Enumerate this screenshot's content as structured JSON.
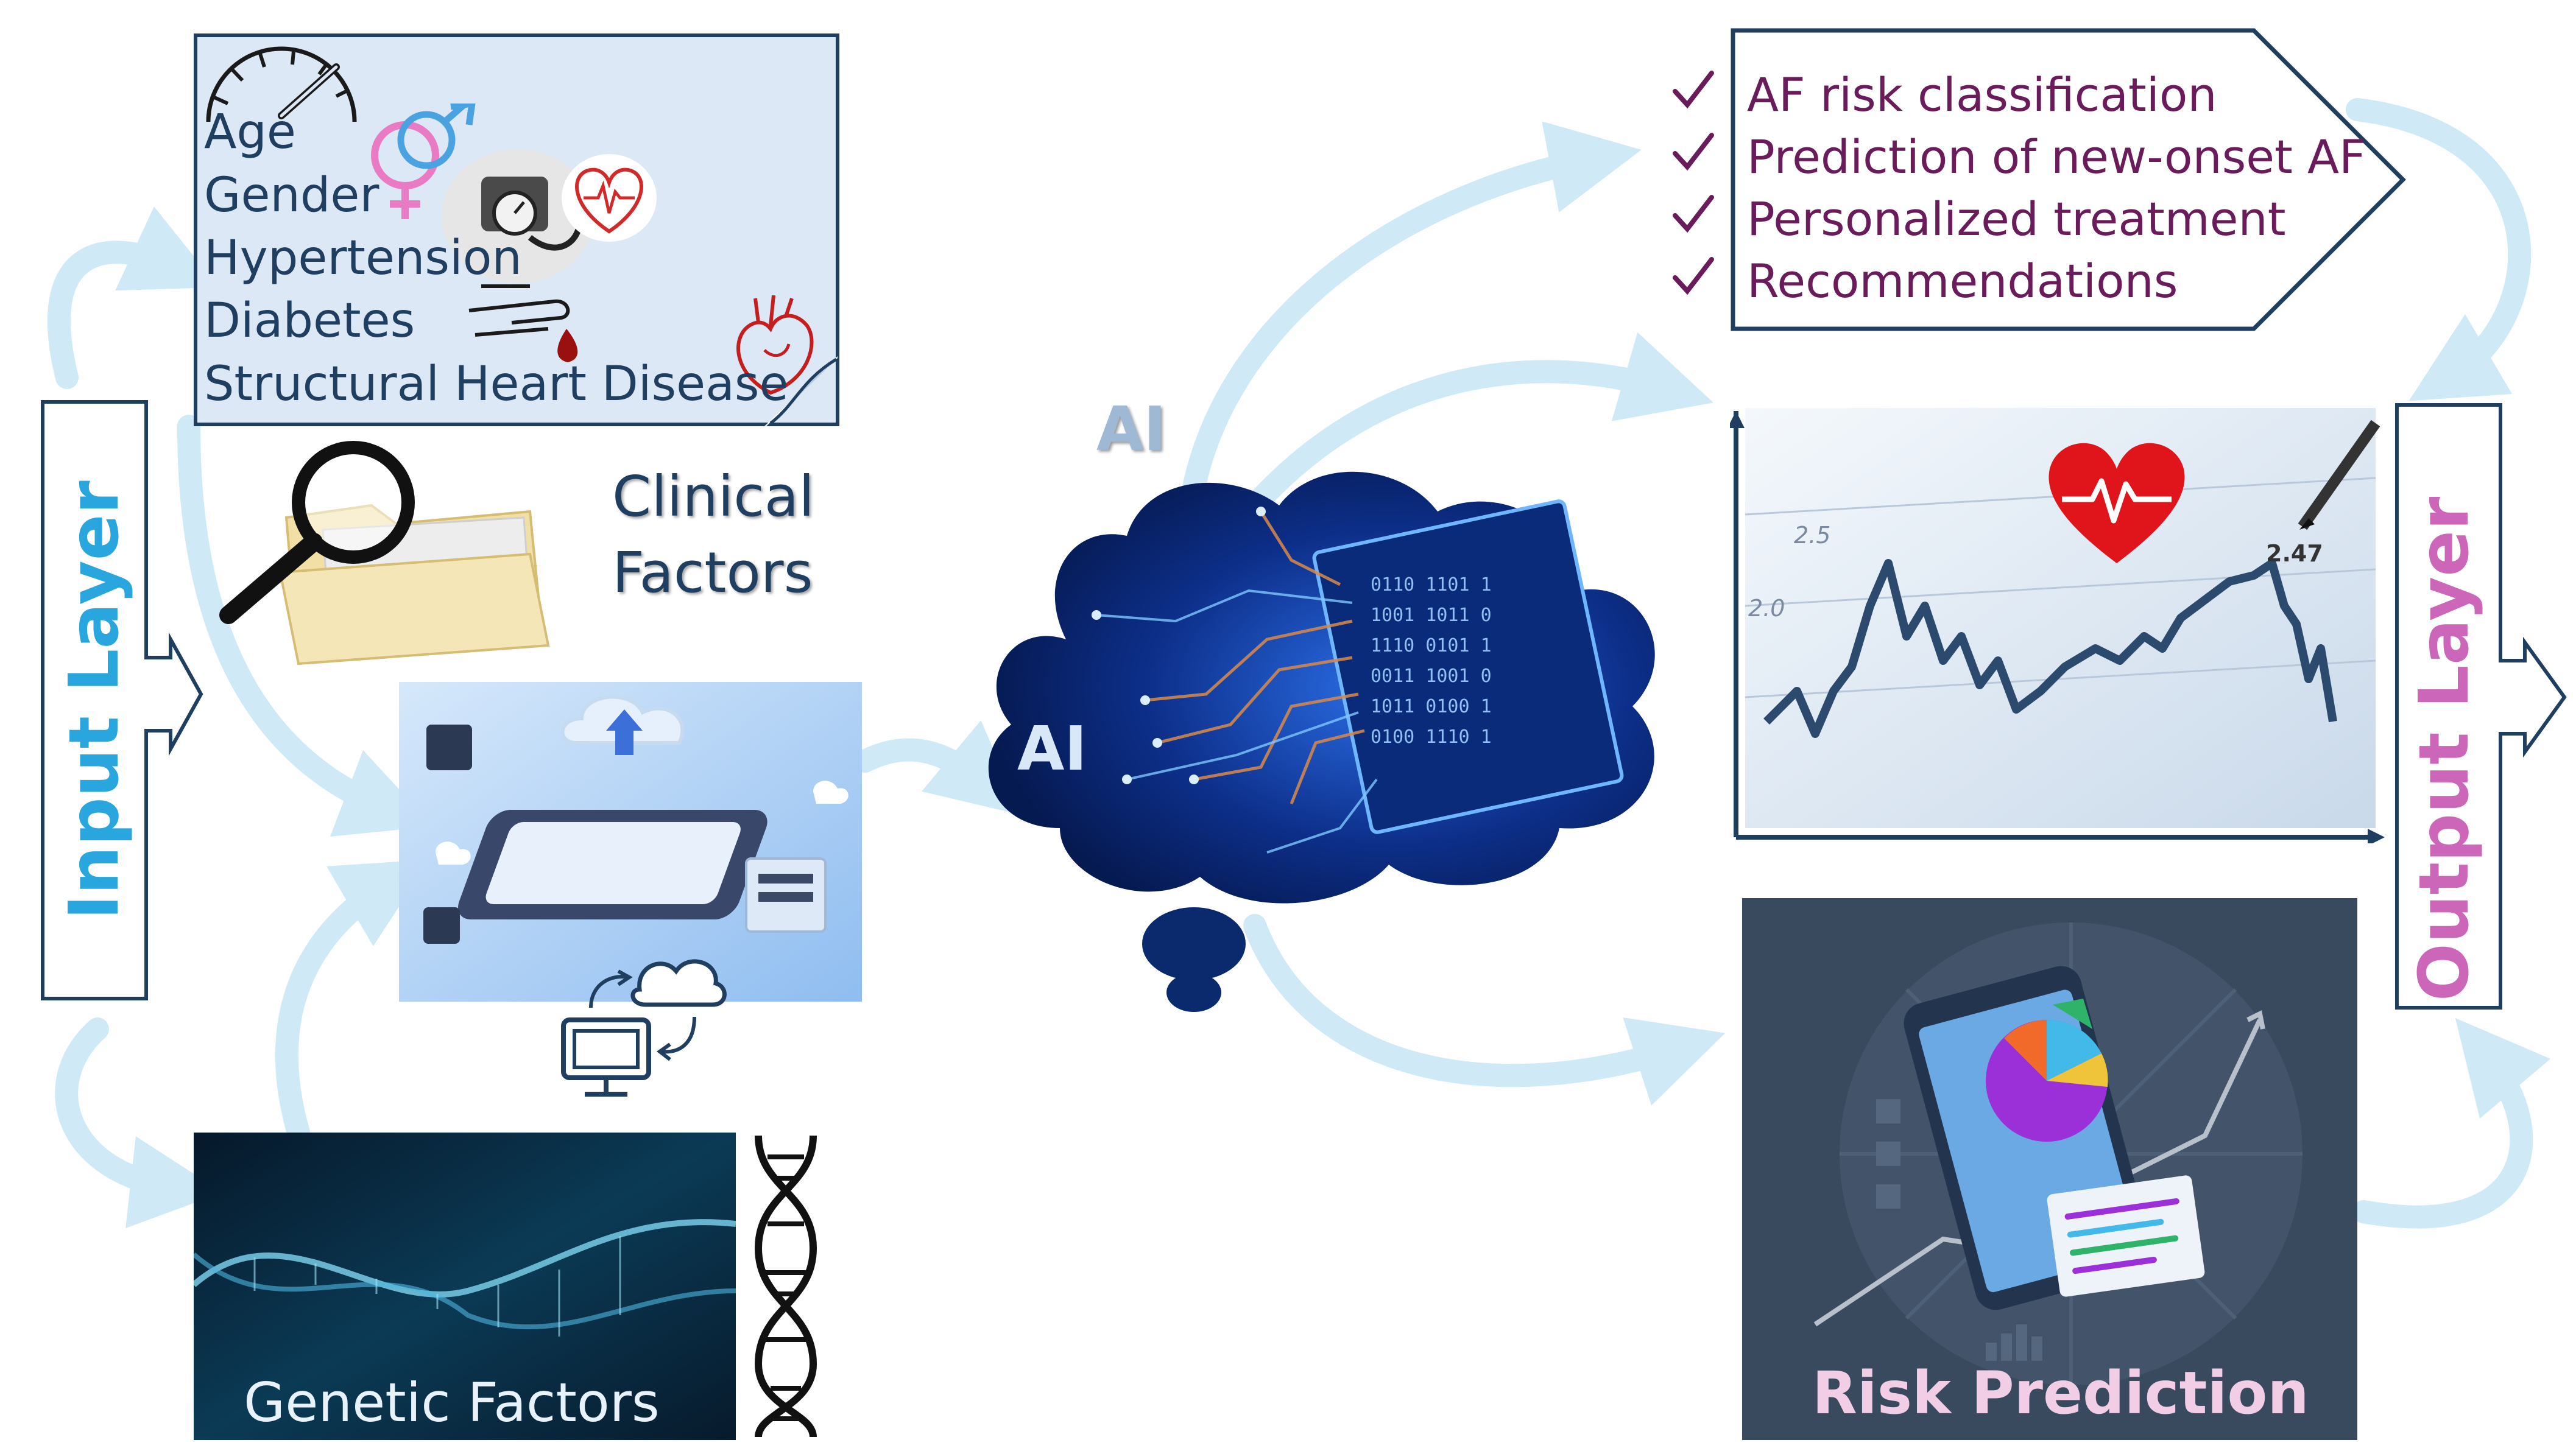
{
  "input_layer": {
    "label": "Input Layer",
    "clinical_factors": [
      "Age",
      "Gender",
      "Hypertension",
      "Diabetes",
      "Structural Heart Disease"
    ],
    "clinical_caption": [
      "Clinical",
      "Factors"
    ],
    "genetic_caption": "Genetic Factors"
  },
  "ai": {
    "label_top": "AI",
    "label_cloud": "AI"
  },
  "output_layer": {
    "label": "Output Layer",
    "outcomes": [
      "AF risk classification",
      "Prediction of new-onset AF",
      "Personalized treatment",
      "Recommendations"
    ],
    "chart_tick_labels": [
      "2.5",
      "2.0",
      "2.47"
    ],
    "risk_caption": "Risk Prediction"
  },
  "colors": {
    "arrow": "#cfe9f7",
    "input_label": "#2aa6de",
    "output_label": "#cc66b8",
    "box_border": "#1f3e60",
    "outcome_text": "#6a1b5a",
    "card_fill": "#dce8f6",
    "risk_panel": "#3a4a5e"
  }
}
